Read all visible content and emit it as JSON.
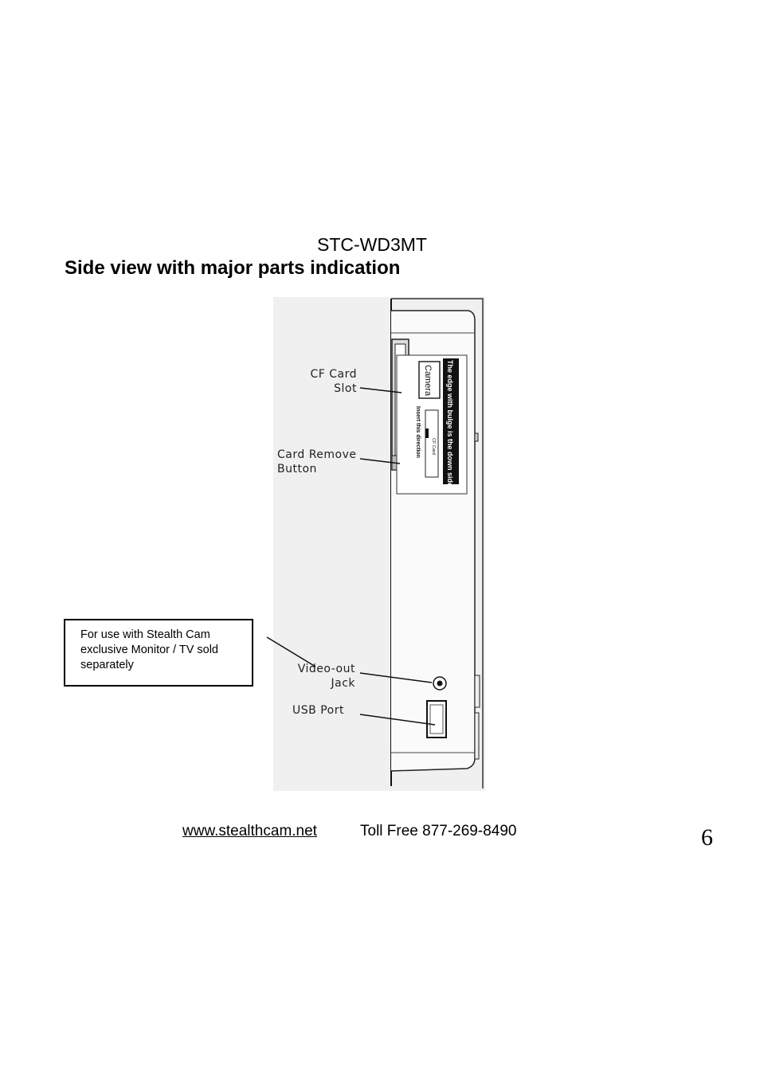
{
  "header": {
    "model": "STC-WD3MT",
    "heading": "Side view with major parts indication"
  },
  "figure": {
    "callouts": {
      "cf_card_line1": "CF Card",
      "cf_card_line2": "Slot",
      "card_remove_line1": "Card Remove",
      "card_remove_line2": "Button",
      "video_out_line1": "Video-out",
      "video_out_line2": "Jack",
      "usb_port": "USB Port"
    },
    "sticker": {
      "camera_label": "Camera",
      "bulge_note": "The edge with bulge is the down side",
      "insert_note": "Insert this direction",
      "card_label": "CF Card"
    }
  },
  "note": {
    "line1": "For use with Stealth Cam",
    "line2": "exclusive Monitor / TV sold",
    "line3": "separately"
  },
  "footer": {
    "website": "www.stealthcam.net",
    "tollfree": "Toll Free 877-269-8490",
    "page_number": "6"
  }
}
